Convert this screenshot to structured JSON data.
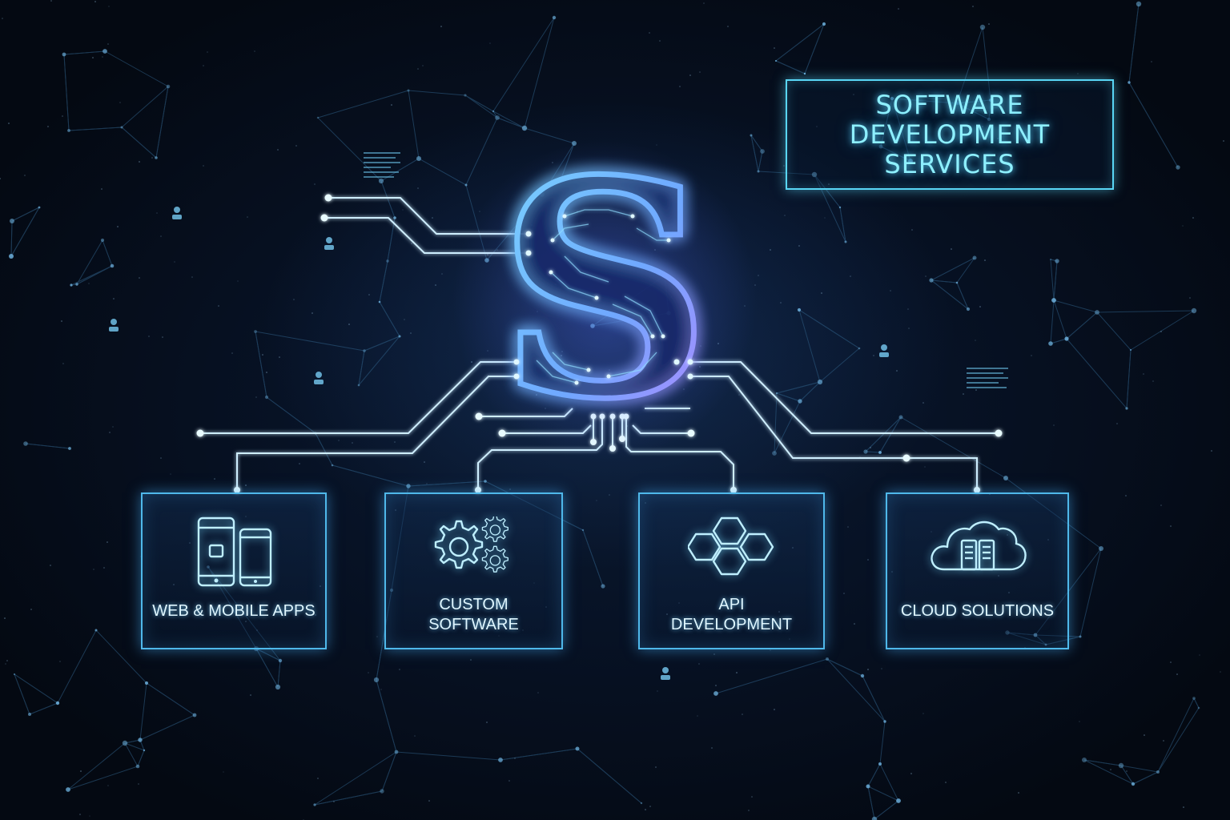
{
  "title": {
    "lines": [
      "SOFTWARE",
      "DEVELOPMENT",
      "SERVICES"
    ]
  },
  "center_logo": {
    "glyph": "S"
  },
  "services": [
    {
      "id": "web-mobile-apps",
      "icon": "devices-icon",
      "label_lines": [
        "WEB & MOBILE APPS"
      ]
    },
    {
      "id": "custom-software",
      "icon": "gears-icon",
      "label_lines": [
        "CUSTOM",
        "SOFTWARE"
      ]
    },
    {
      "id": "api-development",
      "icon": "hexagons-icon",
      "label_lines": [
        "API",
        "DEVELOPMENT"
      ]
    },
    {
      "id": "cloud-solutions",
      "icon": "cloud-server-icon",
      "label_lines": [
        "CLOUD SOLUTIONS"
      ]
    }
  ],
  "colors": {
    "background": "#050b16",
    "accent": "#59d6f5",
    "line": "#cfefff",
    "logo_glow": "#a56bff"
  }
}
